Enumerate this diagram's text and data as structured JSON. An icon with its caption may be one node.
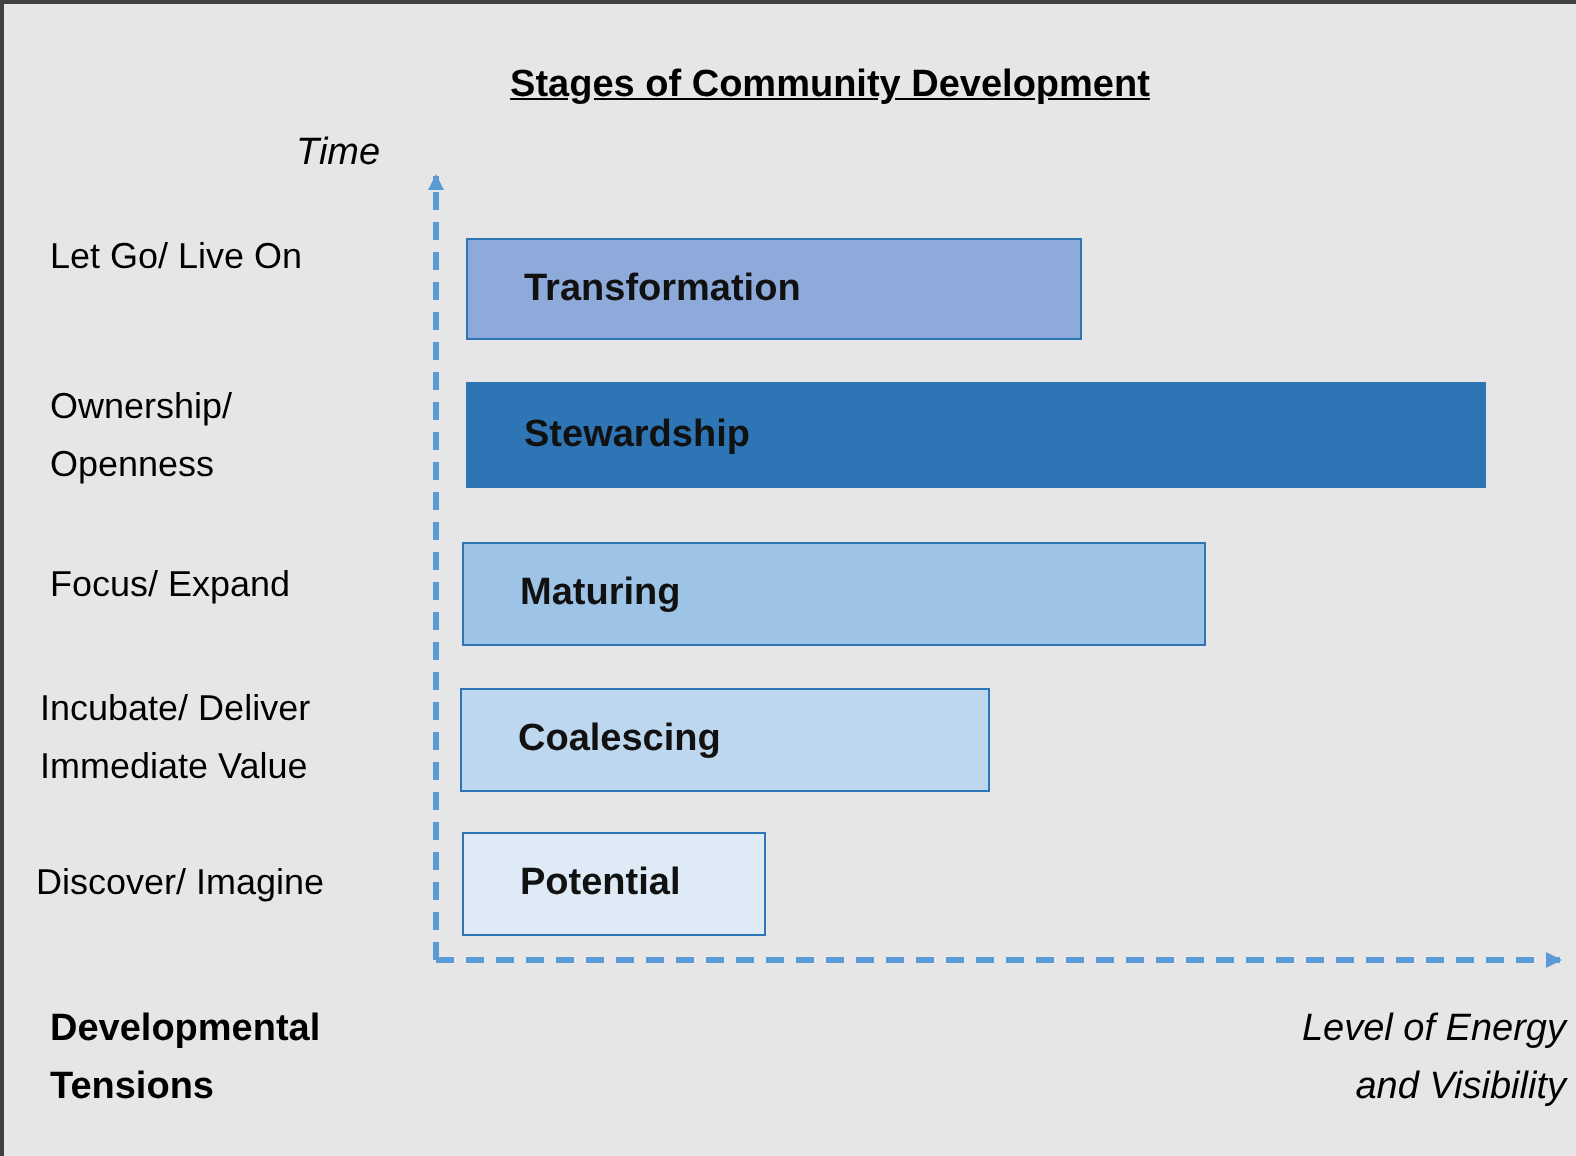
{
  "diagram": {
    "title": "Stages of Community Development",
    "nodes": [
      {
        "text": [
          "Transformation"
        ]
      },
      {
        "text": [
          "Stewardship"
        ]
      },
      {
        "text": [
          "Maturing"
        ]
      },
      {
        "text": [
          "Coalescing"
        ]
      },
      {
        "text": [
          "Potential"
        ]
      }
    ],
    "edges": [],
    "labels": [
      "Time",
      "Let Go/ Live On",
      "Ownership/ Openness",
      "Focus/ Expand",
      "Incubate/ Deliver Immediate Value",
      "Discover/ Imagine",
      "Developmental Tensions",
      "Level of Energy and Visibility"
    ]
  }
}
